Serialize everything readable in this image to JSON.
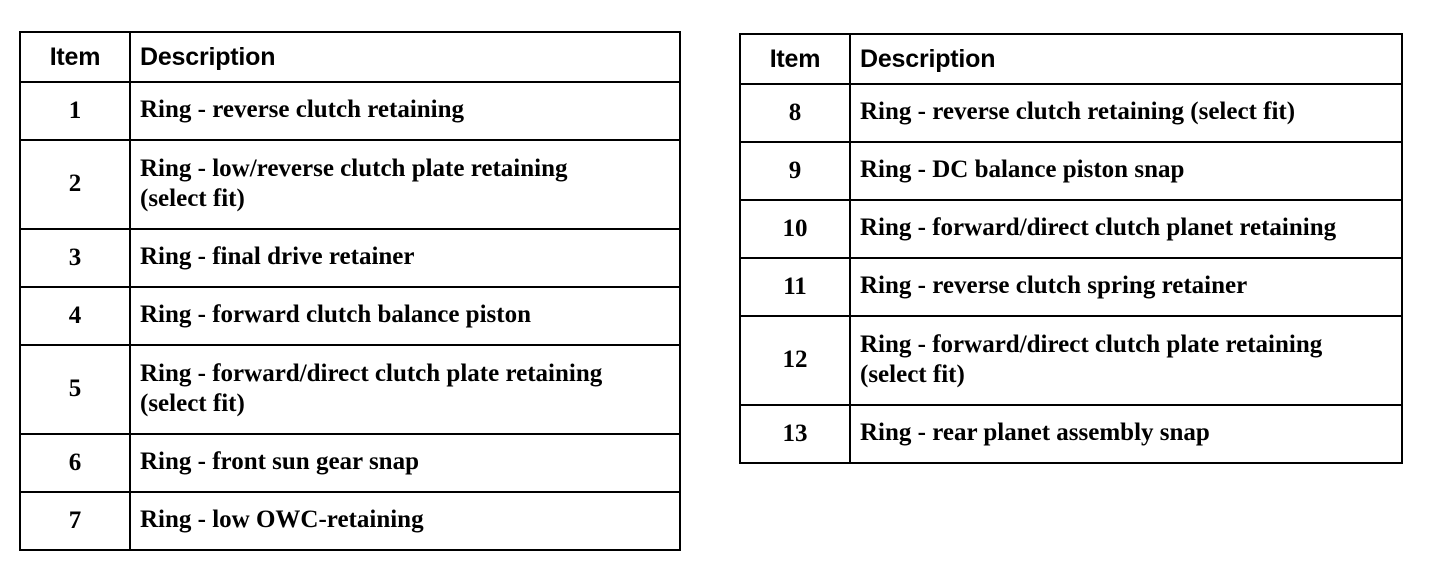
{
  "document": {
    "background_color": "#ffffff",
    "text_color": "#000000",
    "border_color": "#000000"
  },
  "tables": [
    {
      "id": "left",
      "headers": {
        "item": "Item",
        "description": "Description"
      },
      "rows": [
        {
          "item": "1",
          "lines": [
            "Ring - reverse clutch retaining"
          ]
        },
        {
          "item": "2",
          "lines": [
            "Ring - low/reverse clutch plate retaining",
            "(select fit)"
          ]
        },
        {
          "item": "3",
          "lines": [
            "Ring - final drive retainer"
          ]
        },
        {
          "item": "4",
          "lines": [
            "Ring - forward clutch balance piston"
          ]
        },
        {
          "item": "5",
          "lines": [
            "Ring - forward/direct clutch plate retaining",
            "(select fit)"
          ]
        },
        {
          "item": "6",
          "lines": [
            "Ring - front sun gear snap"
          ]
        },
        {
          "item": "7",
          "lines": [
            "Ring - low OWC-retaining"
          ]
        }
      ]
    },
    {
      "id": "right",
      "headers": {
        "item": "Item",
        "description": "Description"
      },
      "rows": [
        {
          "item": "8",
          "lines": [
            "Ring - reverse clutch retaining (select fit)"
          ]
        },
        {
          "item": "9",
          "lines": [
            "Ring - DC balance piston snap"
          ]
        },
        {
          "item": "10",
          "lines": [
            "Ring - forward/direct clutch planet retaining"
          ]
        },
        {
          "item": "11",
          "lines": [
            "Ring - reverse clutch spring retainer"
          ]
        },
        {
          "item": "12",
          "lines": [
            "Ring - forward/direct clutch plate retaining",
            "(select fit)"
          ]
        },
        {
          "item": "13",
          "lines": [
            "Ring - rear planet assembly snap"
          ]
        }
      ]
    }
  ]
}
